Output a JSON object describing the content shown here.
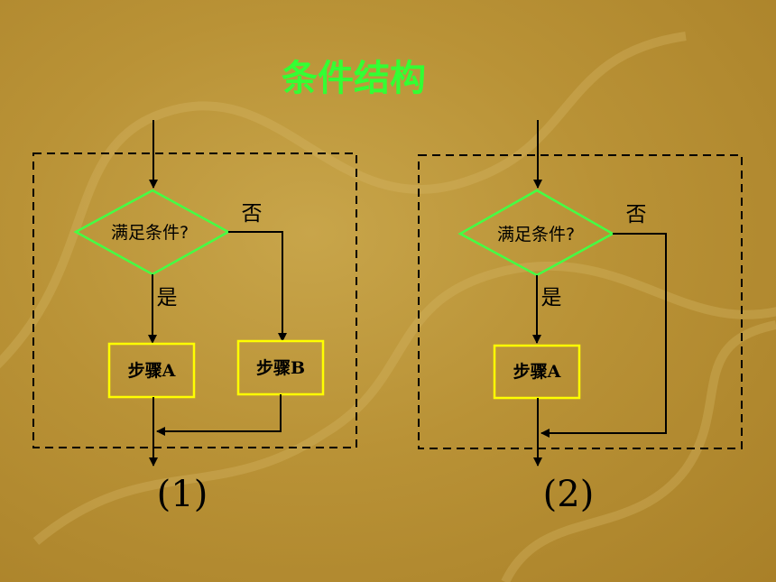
{
  "title": "条件结构",
  "diagram1": {
    "decision": "满足条件?",
    "yes_label": "是",
    "no_label": "否",
    "step_a": "步骤A",
    "step_b": "步骤B",
    "caption": "(1)"
  },
  "diagram2": {
    "decision": "满足条件?",
    "yes_label": "是",
    "no_label": "否",
    "step_a": "步骤A",
    "caption": "(2)"
  },
  "colors": {
    "title": "#33ff33",
    "decision_border": "#44ff44",
    "step_border": "#ffff00",
    "lines": "#000000"
  }
}
